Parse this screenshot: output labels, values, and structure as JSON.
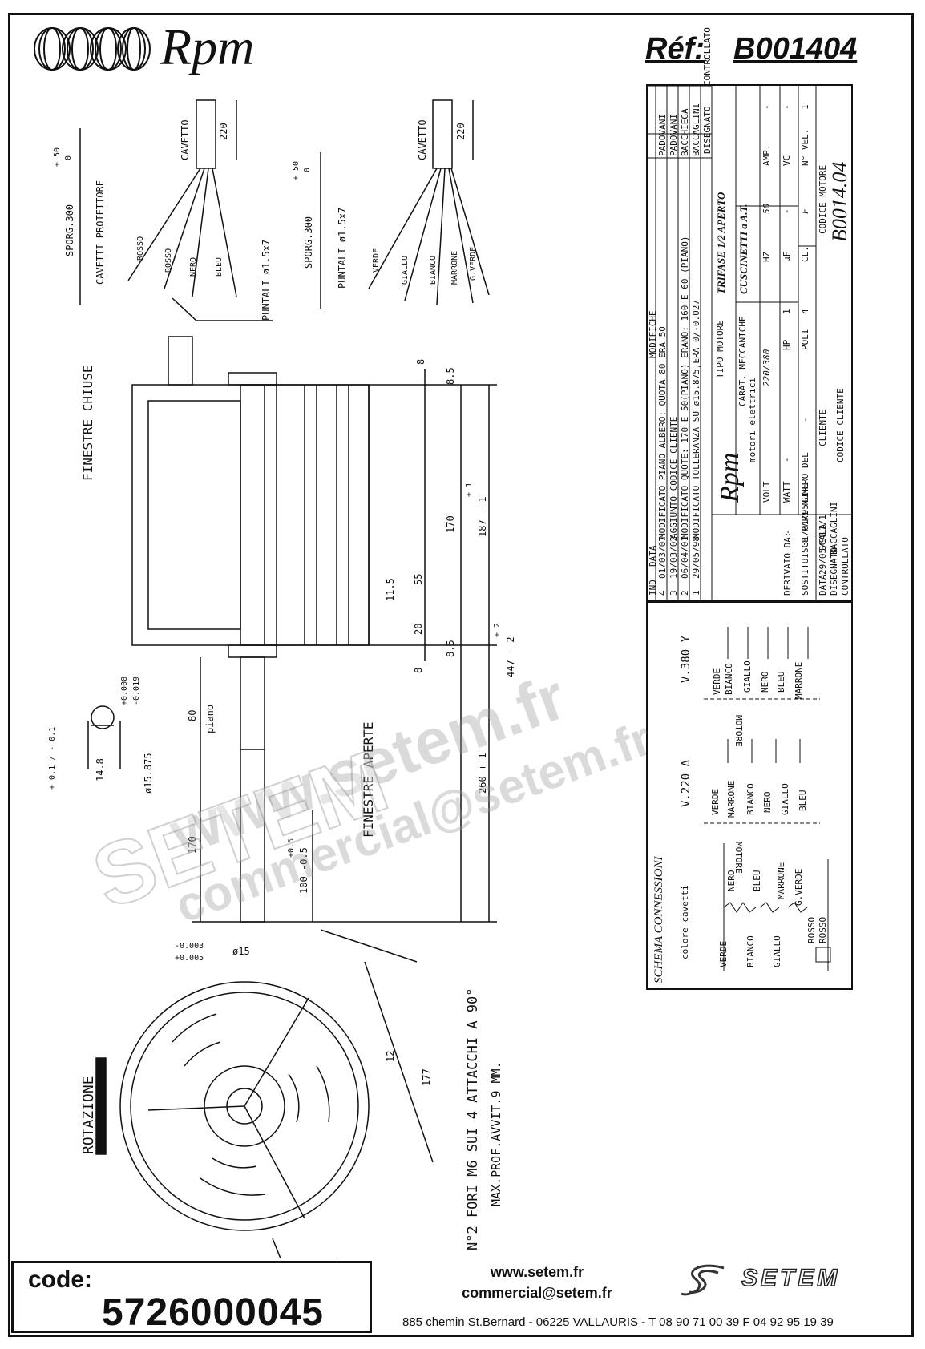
{
  "header": {
    "brand": "Rpm",
    "ref_label": "Réf:",
    "ref_value": "B001404"
  },
  "cables_left": {
    "cable_label": "CAVETTO",
    "length": "220",
    "sporg": "SPORG.300",
    "sporg_tol_plus": "+ 50",
    "sporg_tol_minus": "0",
    "protector_label": "CAVETTI PROTETTORE",
    "wires": [
      "ROSSO",
      "ROSSO",
      "NERO",
      "BLEU"
    ],
    "lugs": "PUNTALI ø1.5x7"
  },
  "cables_right": {
    "cable_label": "CAVETTO",
    "length": "220",
    "sporg": "SPORG.300",
    "sporg_tol_plus": "+ 50",
    "sporg_tol_minus": "0",
    "lugs": "PUNTALI ø1.5x7",
    "wires": [
      "VERDE",
      "GIALLO",
      "BIANCO",
      "MARRONE",
      "G.VERDE"
    ]
  },
  "side_view": {
    "finestre_chiuse": "FINESTRE CHIUSE",
    "finestre_aperte": "FINESTRE APERTE",
    "dims": [
      "8",
      "8.5",
      "170",
      "187 - 1",
      "+ 1",
      "55",
      "11.5",
      "20",
      "8",
      "8.5",
      "447 - 2",
      "+ 2",
      "260 + 1"
    ],
    "shaft_tol_plus": "+0.008",
    "shaft_tol_minus": "-0.019",
    "shaft_len": "80",
    "piano": "piano",
    "shaft_diam": "ø15.875",
    "flat_dim": "14.8",
    "flat_tol": "+ 0.1 / - 0.1",
    "len_170": "170",
    "len_100": "100 -0.5",
    "len_100_tol": "+0.5",
    "shaft_15": "ø15",
    "shaft_15_tol_plus": "+0.005",
    "shaft_15_tol_minus": "-0.003"
  },
  "front_view": {
    "rotation": "ROTAZIONE",
    "holes": "N°2 FORI M6 SUI 4 ATTACCHI A 90°",
    "depth": "MAX.PROF.AVVIT.9 MM.",
    "dim_177": "177",
    "dim_12": "12"
  },
  "title_block": {
    "revisions": [
      {
        "n": "4",
        "date": "01/03/07",
        "text": "MODIFICATO PIANO ALBERO: QUOTA 80 ERA 50",
        "by": "PADOVANI"
      },
      {
        "n": "3",
        "date": "19/03/02",
        "text": "AGGIUNTO CODICE CLIENTE",
        "by": "PADOVANI"
      },
      {
        "n": "2",
        "date": "06/04/01",
        "text": "MODIFICATO QUOTE: 170 E 50(PIANO) ERANO: 160 E 60 (PIANO)",
        "by": "BACCHIEGA"
      },
      {
        "n": "1",
        "date": "29/05/98",
        "text": "MODIFICATO TOLLERANZA SU ø15.875,ERA 0/-0.027",
        "by": "BACCAGLINI"
      }
    ],
    "rev_headers": {
      "ind": "IND",
      "data": "DATA",
      "modifiche": "MODIFICHE",
      "disegnato": "DISEGNATO",
      "controllato": "CONTROLLATO"
    },
    "company": "Rpm",
    "company_sub": "motori elettrici",
    "tipo_motore_label": "TIPO MOTORE",
    "tipo_motore": "TRIFASE 1/2 APERTO",
    "carat_label": "CARAT. MECCANICHE",
    "carat": "CUSCINETTI a A.T.",
    "volt_label": "VOLT",
    "volt": "220/380",
    "hz_label": "HZ",
    "hz": "50",
    "amp_label": "AMP.",
    "amp": "-",
    "watt_label": "WATT",
    "watt": "-",
    "hp_label": "HP",
    "hp": "1",
    "uf_label": "µF",
    "uf": "-",
    "vc_label": "VC",
    "vc": "-",
    "giri_label": "GIRI",
    "giri": "-",
    "poli_label": "POLI",
    "poli": "4",
    "cl_label": "CL.",
    "cl": "F",
    "nvel_label": "N° VEL.",
    "nvel": "1",
    "derivato_label": "DERIVATO DA:",
    "derivato": "-",
    "sostituisce_label": "SOSTITUISCE PARI NUMERO DEL",
    "sostituisce": "31/01/95",
    "data_label": "DATA",
    "data": "29/05/98",
    "scala_label": "SCALA",
    "scala": "1/1",
    "disegnato_label": "DISEGNATO",
    "disegnato": "BACCAGLINI",
    "controllato_label": "CONTROLLATO",
    "cliente_label": "CLIENTE",
    "codice_cliente_label": "CODICE CLIENTE",
    "codice_motore_label": "CODICE MOTORE",
    "codice_motore": "B0014.04"
  },
  "schema": {
    "title": "SCHEMA CONNESSIONI",
    "colore": "colore cavetti",
    "v380": "V.380 Y",
    "v220": "V.220 Δ",
    "motore": "MOTORE",
    "y_wires": [
      "VERDE",
      "BIANCO",
      "GIALLO",
      "NERO",
      "BLEU",
      "MARRONE"
    ],
    "d_wires": [
      "VERDE",
      "MARRONE",
      "BIANCO",
      "NERO",
      "GIALLO",
      "BLEU"
    ],
    "coil_top": [
      "NERO",
      "BLEU",
      "MARRONE",
      "G.VERDE"
    ],
    "coil_bottom": [
      "VERDE",
      "BIANCO",
      "GIALLO"
    ],
    "rosso": [
      "ROSSO",
      "ROSSO"
    ]
  },
  "footer": {
    "code_label": "code:",
    "code_value": "5726000045",
    "web": "www.setem.fr",
    "email": "commercial@setem.fr",
    "address": "885 chemin St.Bernard  -  06225 VALLAURIS  -  T 08 90 71 00 39   F 04 92 95 19 39",
    "setem_logo": "SETEM"
  },
  "watermarks": [
    "www.setem.fr",
    "SETEM",
    "commercial@setem.fr"
  ]
}
